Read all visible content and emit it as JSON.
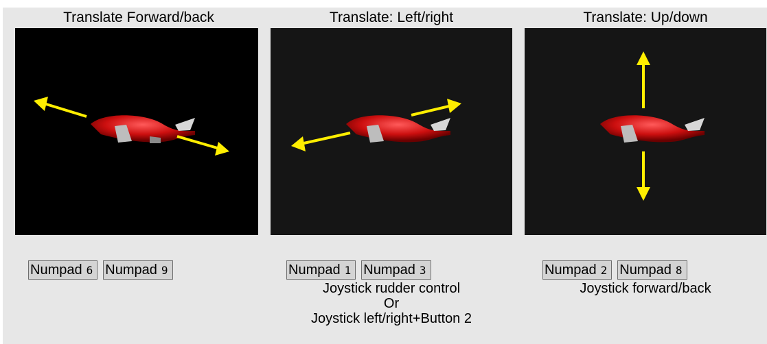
{
  "columns": [
    {
      "title": "Translate Forward/back",
      "keys": [
        {
          "label": "Numpad",
          "num": "6"
        },
        {
          "label": "Numpad",
          "num": "9"
        }
      ],
      "caption": []
    },
    {
      "title": "Translate: Left/right",
      "keys": [
        {
          "label": "Numpad",
          "num": "1"
        },
        {
          "label": "Numpad",
          "num": "3"
        }
      ],
      "caption": [
        "Joystick rudder control",
        "Or",
        "Joystick left/right+Button 2"
      ]
    },
    {
      "title": "Translate: Up/down",
      "keys": [
        {
          "label": "Numpad",
          "num": "2"
        },
        {
          "label": "Numpad",
          "num": "8"
        }
      ],
      "caption": [
        "Joystick forward/back"
      ]
    }
  ],
  "colors": {
    "panel": "#e7e7e7",
    "arrow": "#ffee00",
    "ship": "#d81010",
    "viewport": "#000000",
    "key_bg": "#d4d4d4"
  },
  "icons": [
    "red-ship-icon",
    "yellow-arrow-icon"
  ]
}
